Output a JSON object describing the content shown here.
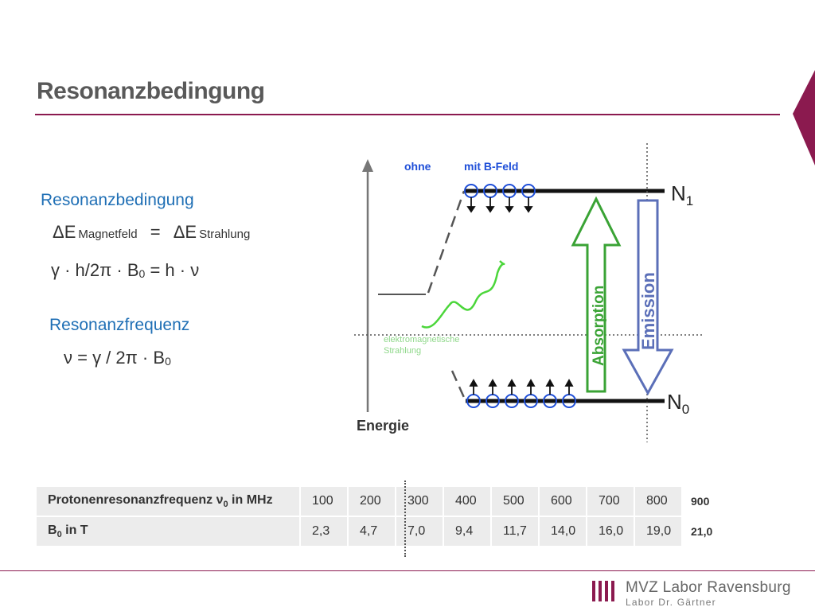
{
  "slide": {
    "title": "Resonanzbedingung"
  },
  "left": {
    "heading1": "Resonanzbedingung",
    "eq1": {
      "lhs": "ΔE",
      "lhs_sub": "Magnetfeld",
      "eq": "=",
      "rhs": "ΔE",
      "rhs_sub": "Strahlung"
    },
    "eq2": {
      "text": "γ · h/2π · B",
      "sub": "0",
      "rest": " = h · ν"
    },
    "heading2": "Resonanzfrequenz",
    "eq3": {
      "text": "ν = γ / 2π · B",
      "sub": "0"
    }
  },
  "diagram": {
    "label_ohne": "ohne",
    "label_mit": "mit B-Feld",
    "label_n1": "N",
    "label_n1_sub": "1",
    "label_n0": "N",
    "label_n0_sub": "0",
    "label_energie": "Energie",
    "label_em1": "elektromagnetische",
    "label_em2": "Strahlung",
    "label_absorption": "Absorption",
    "label_emission": "Emission",
    "colors": {
      "absorption": "#3aa335",
      "emission": "#5b6fb8",
      "spin": "#1f4fd8",
      "wave": "#4bd63a"
    }
  },
  "table": {
    "row1_label": "Protonenresonanzfrequenz ν",
    "row1_label_sub": "0",
    "row1_label_rest": " in MHz",
    "row2_label": "B",
    "row2_label_sub": "0",
    "row2_label_rest": " in T",
    "freq": [
      "100",
      "200",
      "300",
      "400",
      "500",
      "600",
      "700",
      "800",
      "900"
    ],
    "field": [
      "2,3",
      "4,7",
      "7,0",
      "9,4",
      "11,7",
      "14,0",
      "16,0",
      "19,0",
      "21,0"
    ]
  },
  "logo": {
    "name": "MVZ Labor Ravensburg",
    "sub": "Labor Dr. Gärtner"
  }
}
